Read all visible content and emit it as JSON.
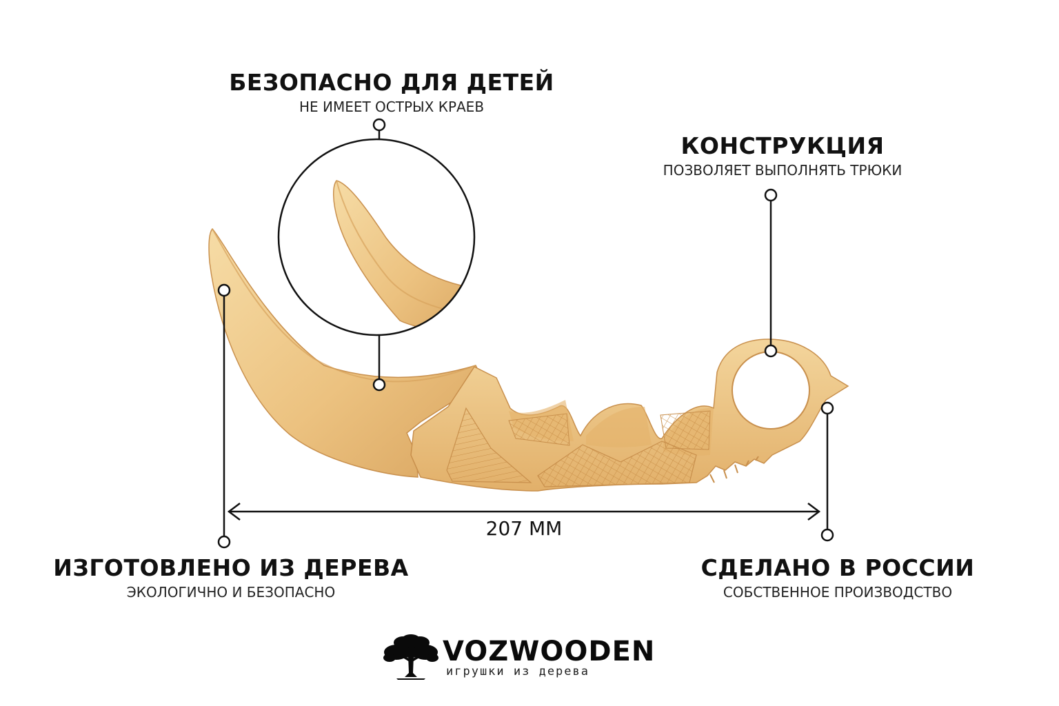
{
  "callouts": {
    "safe_for_kids": {
      "title": "БЕЗОПАСНО ДЛЯ ДЕТЕЙ",
      "subtitle": "НЕ ИМЕЕТ ОСТРЫХ КРАЕВ"
    },
    "construction": {
      "title": "КОНСТРУКЦИЯ",
      "subtitle": "ПОЗВОЛЯЕТ ВЫПОЛНЯТЬ ТРЮКИ"
    },
    "made_of_wood": {
      "title": "ИЗГОТОВЛЕНО ИЗ ДЕРЕВА",
      "subtitle": "ЭКОЛОГИЧНО И БЕЗОПАСНО"
    },
    "made_in_russia": {
      "title": "СДЕЛАНО В РОССИИ",
      "subtitle": "СОБСТВЕННОЕ ПРОИЗВОДСТВО"
    }
  },
  "dimension": {
    "label": "207 ММ"
  },
  "brand": {
    "name": "VOZWOODEN",
    "tagline": "игрушки из дерева",
    "logo_icon": "tree-icon"
  },
  "colors": {
    "wood_light": "#f2d39a",
    "wood_mid": "#e6b872",
    "wood_dark": "#cf9a52",
    "line": "#111111"
  }
}
